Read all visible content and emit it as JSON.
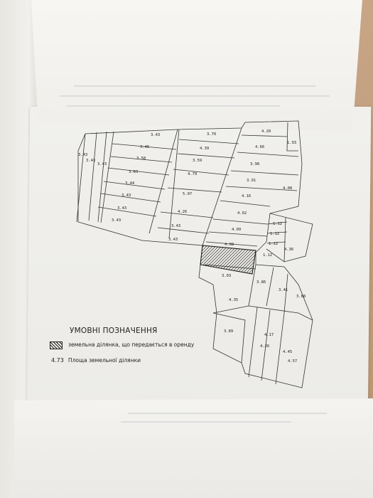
{
  "legend": {
    "title": "УМОВНІ ПОЗНАЧЕННЯ",
    "hatch_label": "земельна ділянка, що передається в оренду",
    "area_example": "4.73",
    "area_label": "Площа земельної ділянки"
  },
  "parcels": [
    {
      "label": "3.43"
    },
    {
      "label": "3.43"
    },
    {
      "label": "3.43"
    },
    {
      "label": "3.43"
    },
    {
      "label": "3.45"
    },
    {
      "label": "3.58"
    },
    {
      "label": "3.63"
    },
    {
      "label": "3.44"
    },
    {
      "label": "3.43"
    },
    {
      "label": "3.43"
    },
    {
      "label": "3.43"
    },
    {
      "label": "3.70"
    },
    {
      "label": "4.39"
    },
    {
      "label": "3.59"
    },
    {
      "label": "4.79"
    },
    {
      "label": "5.07"
    },
    {
      "label": "4.26"
    },
    {
      "label": "3.43"
    },
    {
      "label": "3.43"
    },
    {
      "label": "4.20"
    },
    {
      "label": "4.66"
    },
    {
      "label": "1.93"
    },
    {
      "label": "3.98"
    },
    {
      "label": "3.91"
    },
    {
      "label": "4.16"
    },
    {
      "label": "4.08"
    },
    {
      "label": "4.02"
    },
    {
      "label": "4.09"
    },
    {
      "label": "4.08"
    },
    {
      "label": "1.12"
    },
    {
      "label": "1.12"
    },
    {
      "label": "1.12"
    },
    {
      "label": "1.12"
    },
    {
      "label": "4.36"
    },
    {
      "label": "3.03"
    },
    {
      "label": "3.86"
    },
    {
      "label": "3.41"
    },
    {
      "label": "3.68"
    },
    {
      "label": "4.35"
    },
    {
      "label": "3.89"
    },
    {
      "label": "4.17"
    },
    {
      "label": "4.26"
    },
    {
      "label": "4.45"
    },
    {
      "label": "4.57"
    }
  ]
}
